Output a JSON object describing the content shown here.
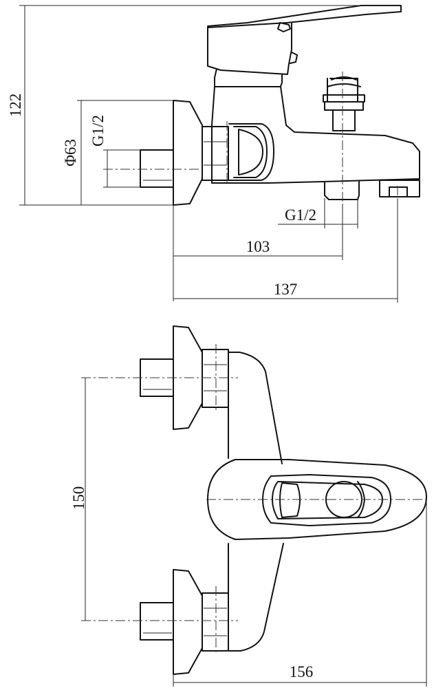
{
  "drawing": {
    "side_view": {
      "dimensions": {
        "overall_height": "122",
        "flange_diameter": "Φ63",
        "inlet_thread": "G1/2",
        "outlet_thread": "G1/2",
        "inlet_to_outlet": "103",
        "overall_length": "137"
      }
    },
    "top_view": {
      "dimensions": {
        "inlet_spacing": "150",
        "overall_width": "156"
      }
    }
  }
}
